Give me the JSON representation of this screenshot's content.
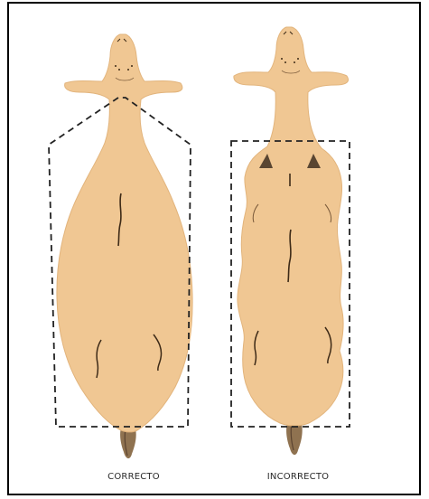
{
  "diagram": {
    "colors": {
      "body": "#f0c793",
      "body_edge": "#e2b47c",
      "line_dark": "#3d2a17",
      "dashed_outline": "#222222",
      "tail": "#8f7250",
      "frame": "#000000"
    },
    "panels": [
      {
        "id": "correct",
        "caption": "CORRECTO"
      },
      {
        "id": "incorrect",
        "caption": "INCORRECTO"
      }
    ]
  }
}
